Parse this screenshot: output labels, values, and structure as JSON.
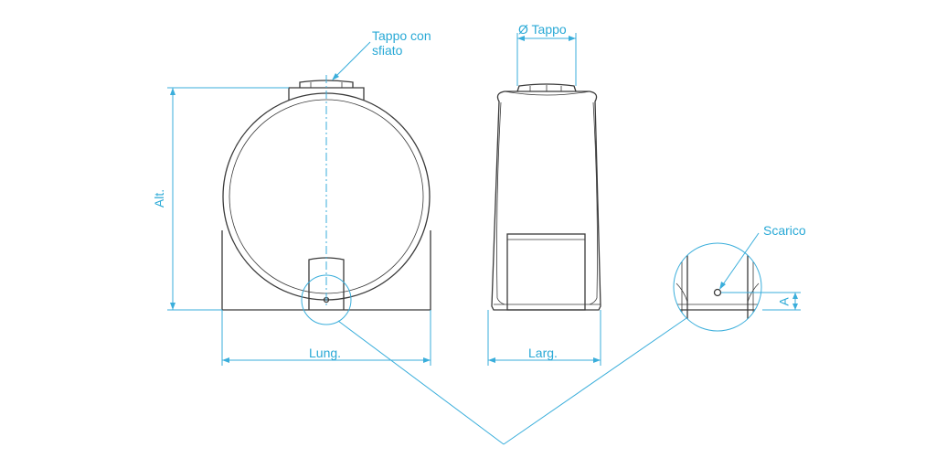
{
  "labels": {
    "cap_vent_line1": "Tappo con",
    "cap_vent_line2": "sfiato",
    "cap_diameter": "Ø Tappo",
    "height": "Alt.",
    "length": "Lung.",
    "width": "Larg.",
    "drain": "Scarico",
    "drain_height": "A"
  },
  "colors": {
    "outline": "#3a3a3a",
    "dimension": "#3aaedb"
  }
}
